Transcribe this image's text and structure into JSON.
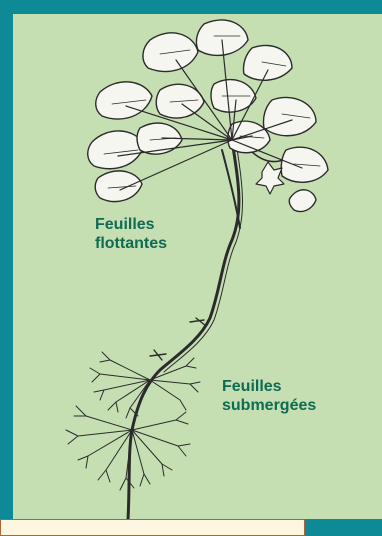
{
  "labels": {
    "floating": [
      "Feuilles",
      "flottantes"
    ],
    "submerged": [
      "Feuilles",
      "submergées"
    ]
  },
  "colors": {
    "background_border": "#0e8a96",
    "panel": "#c5dfb3",
    "label_text": "#0f6b52",
    "bottom_strip": "#fdf6e1",
    "bottom_strip_border": "#b0623a",
    "ink": "#2b2b2b"
  }
}
